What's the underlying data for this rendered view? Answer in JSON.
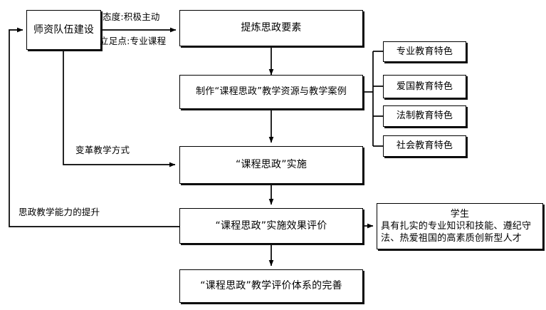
{
  "diagram": {
    "title": "课程思政流程图",
    "stroke_color": "#000000",
    "background_color": "#ffffff",
    "nodes": {
      "teacher_team": "师资队伍建设",
      "extract_elements": "提炼思政要素",
      "make_resources": "制作“课程思政”教学资源与教学案例",
      "implementation": "“课程思政”实施",
      "effect_evaluation": "“课程思政”实施效果评价",
      "system_improvement": "“课程思政”教学评价体系的完善"
    },
    "feature_boxes": [
      "专业教育特色",
      "爱国教育特色",
      "法制教育特色",
      "社会教育特色"
    ],
    "student_box": {
      "heading": "学生",
      "line1": "具有扎实的专业知识和技能、遵纪守",
      "line2": "法、热爱祖国的高素质创新型人才"
    },
    "edge_labels": {
      "attitude": "态度:积极主动",
      "foothold": "立足点:专业课程",
      "reform_teaching": "变革教学方式",
      "ability_improvement": "思政教学能力的提升"
    }
  }
}
